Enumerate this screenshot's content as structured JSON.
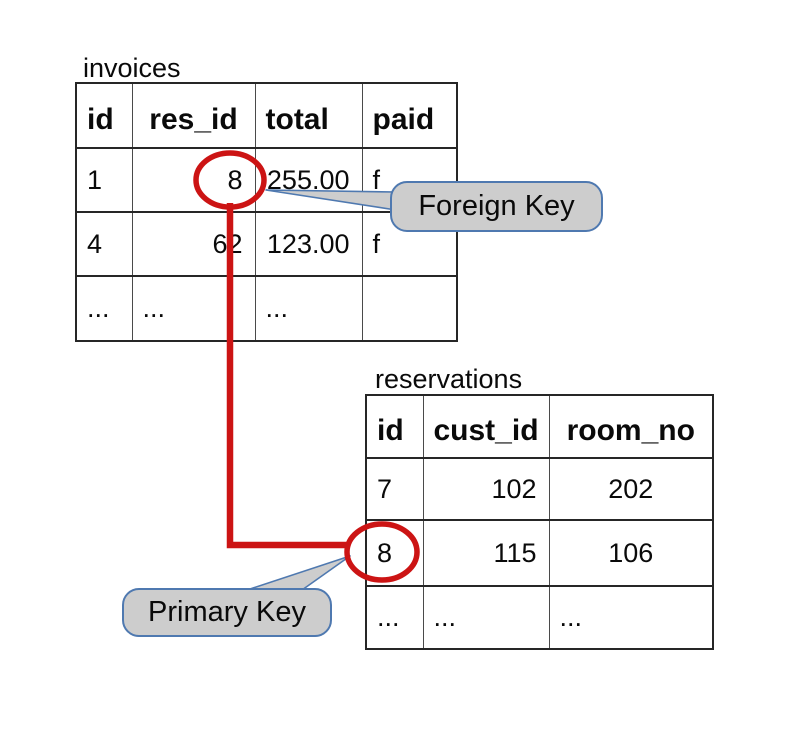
{
  "diagram": {
    "colors": {
      "background": "#ffffff",
      "accent_red": "#cc1414",
      "callout_fill": "#cdcdcd",
      "callout_border": "#4f79b0",
      "table_border": "#262626"
    },
    "tables": {
      "invoices": {
        "title": "invoices",
        "headers": [
          "id",
          "res_id",
          "total",
          "paid"
        ],
        "rows": [
          [
            "1",
            "8",
            "255.00",
            "f"
          ],
          [
            "4",
            "62",
            "123.00",
            "f"
          ],
          [
            "...",
            "...",
            "...",
            ""
          ]
        ]
      },
      "reservations": {
        "title": "reservations",
        "headers": [
          "id",
          "cust_id",
          "room_no"
        ],
        "rows": [
          [
            "7",
            "102",
            "202"
          ],
          [
            "8",
            "115",
            "106"
          ],
          [
            "...",
            "...",
            "..."
          ]
        ]
      }
    },
    "callouts": {
      "foreign_key": {
        "label": "Foreign Key"
      },
      "primary_key": {
        "label": "Primary Key"
      }
    },
    "annotations": {
      "circled_foreign_key_value": "8",
      "circled_foreign_key_location": "invoices.res_id row 1",
      "circled_primary_key_value": "8",
      "circled_primary_key_location": "reservations.id row 2"
    }
  }
}
